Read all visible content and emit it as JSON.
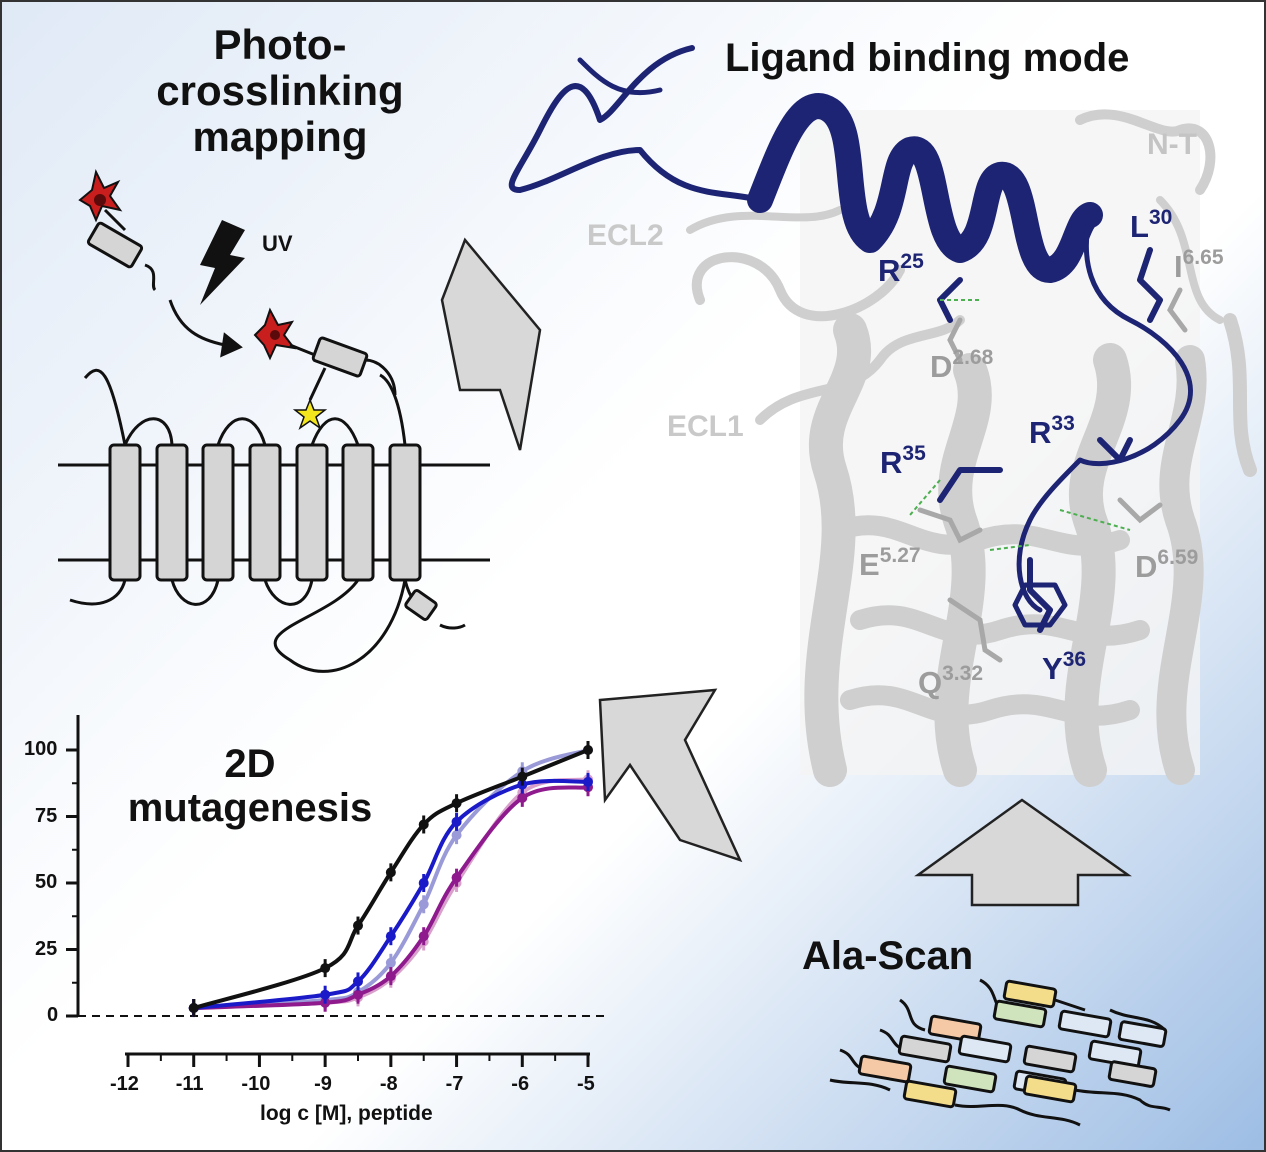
{
  "titles": {
    "photo": "Photo-\ncrosslinking\nmapping",
    "ligand": "Ligand binding mode",
    "mutagenesis": "2D\nmutagenesis",
    "alascan": "Ala-Scan"
  },
  "labels": {
    "uv": "UV",
    "nt": "N-T",
    "ecl1": "ECL1",
    "ecl2": "ECL2"
  },
  "residues": [
    {
      "name": "R",
      "sup": "25",
      "tone": "ligand"
    },
    {
      "name": "L",
      "sup": "30",
      "tone": "ligand"
    },
    {
      "name": "R",
      "sup": "33",
      "tone": "ligand"
    },
    {
      "name": "R",
      "sup": "35",
      "tone": "ligand"
    },
    {
      "name": "Y",
      "sup": "36",
      "tone": "ligand"
    },
    {
      "name": "I",
      "sup": "6.65",
      "tone": "receptor"
    },
    {
      "name": "D",
      "sup": "2.68",
      "tone": "receptor"
    },
    {
      "name": "E",
      "sup": "5.27",
      "tone": "receptor"
    },
    {
      "name": "D",
      "sup": "6.59",
      "tone": "receptor"
    },
    {
      "name": "Q",
      "sup": "3.32",
      "tone": "receptor"
    }
  ],
  "colors": {
    "ligand": "#1d2473",
    "receptor_label": "#9c9c9c",
    "black_curve": "#111111",
    "blue_curve": "#1a1ac8",
    "purple_curve": "#8e1a8e",
    "lavender_curve": "#9a9ad8",
    "pink_curve": "#d9a0cc",
    "ala_orange": "#f5c9a6",
    "ala_yellow": "#f3dc8a",
    "ala_green": "#cfe3bd",
    "ala_gray": "#d5d5d5",
    "ala_blue": "#dde8f4"
  },
  "chart_data": {
    "type": "line",
    "xlabel": "log c [M], peptide",
    "ylabel": "",
    "xlim": [
      -12,
      -5
    ],
    "ylim": [
      0,
      110
    ],
    "xticks": [
      "-12",
      "-11",
      "-10",
      "-9",
      "-8",
      "-7",
      "-6",
      "-5"
    ],
    "yticks": [
      "0",
      "25",
      "50",
      "75",
      "100"
    ],
    "x": [
      -11,
      -9,
      -8.5,
      -8,
      -7.5,
      -7,
      -6,
      -5
    ],
    "series": [
      {
        "color": "black",
        "values": [
          3,
          18,
          34,
          54,
          72,
          80,
          90,
          100
        ]
      },
      {
        "color": "blue",
        "values": [
          3,
          8,
          13,
          30,
          50,
          73,
          87,
          88
        ]
      },
      {
        "color": "lavender",
        "values": [
          3,
          6,
          9,
          20,
          42,
          68,
          92,
          100
        ]
      },
      {
        "color": "purple",
        "values": [
          3,
          5,
          8,
          15,
          30,
          52,
          82,
          86
        ]
      },
      {
        "color": "pink",
        "values": [
          3,
          5,
          7,
          14,
          28,
          50,
          84,
          89
        ]
      }
    ]
  }
}
